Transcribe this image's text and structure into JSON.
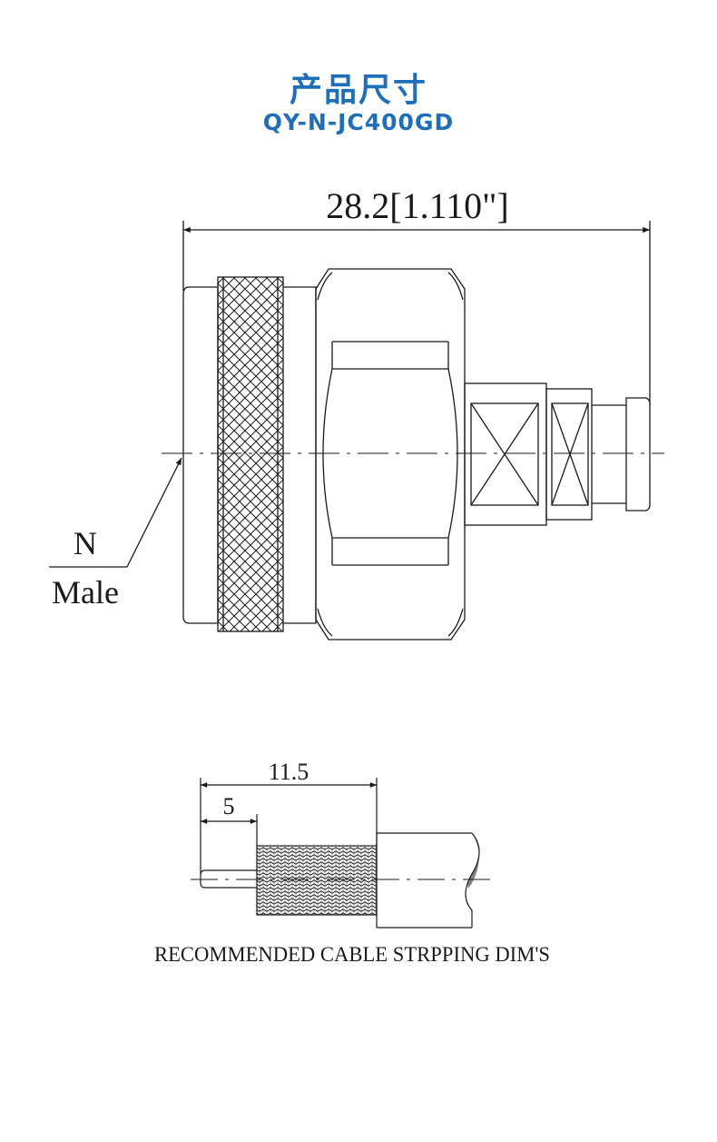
{
  "header": {
    "title": "产品尺寸",
    "model": "QY-N-JC400GD"
  },
  "connector_drawing": {
    "overall_length_label": "28.2[1.110\"]",
    "connector_type_label": "N",
    "gender_label": "Male"
  },
  "cable_drawing": {
    "strip_length_label": "11.5",
    "pin_length_label": "5",
    "caption": "RECOMMENDED CABLE STRPPING DIM'S"
  },
  "colors": {
    "title": "#1f6fb8",
    "line": "#1a1a1a"
  }
}
